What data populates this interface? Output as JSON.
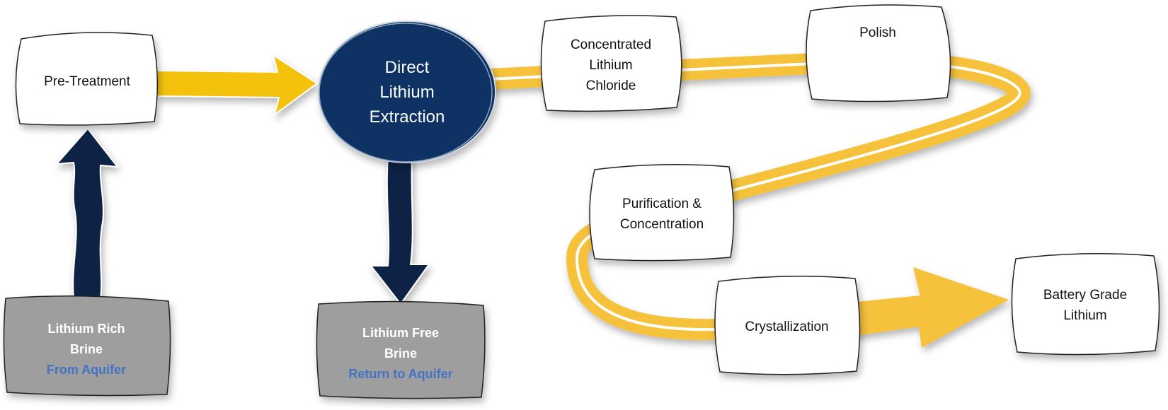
{
  "colors": {
    "flow_arrow": "#f6c23a",
    "flow_arrow_dark": "#f4b400",
    "brine_arrow": "#0f2444",
    "circle_fill": "#0e3263",
    "gray_box": "#9e9e9e",
    "accent_text": "#4472c4"
  },
  "nodes": {
    "pretreatment": {
      "label": "Pre-Treatment"
    },
    "dle": {
      "lines": [
        "Direct",
        "Lithium",
        "Extraction"
      ]
    },
    "concentrated": {
      "lines": [
        "Concentrated",
        "Lithium",
        "Chloride"
      ]
    },
    "polish": {
      "label": "Polish"
    },
    "purification": {
      "lines": [
        "Purification &",
        "Concentration"
      ]
    },
    "crystallization": {
      "label": "Crystallization"
    },
    "battery": {
      "lines": [
        "Battery Grade",
        "Lithium"
      ]
    },
    "rich_brine": {
      "lines": [
        "Lithium Rich",
        "Brine"
      ],
      "sub": "From Aquifer"
    },
    "free_brine": {
      "lines": [
        "Lithium Free",
        "Brine"
      ],
      "sub": "Return to Aquifer"
    }
  }
}
